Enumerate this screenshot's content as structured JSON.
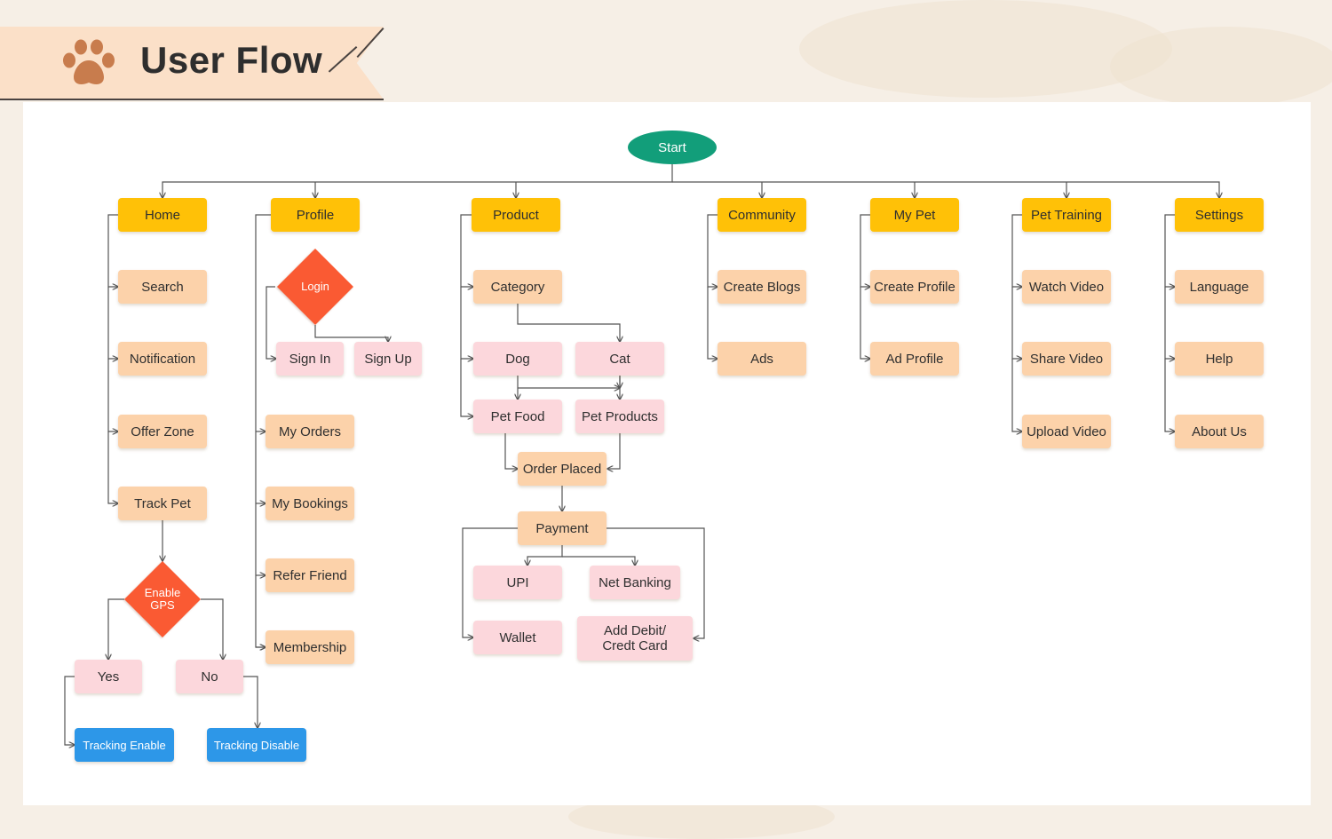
{
  "header": {
    "title": "User Flow"
  },
  "icons": {
    "logo": "paw-icon"
  },
  "colors": {
    "start": "#129e7a",
    "primary": "#ffc107",
    "secondary": "#fcd2aa",
    "tertiary": "#fcd7dc",
    "decision": "#fa5a33",
    "result": "#2d97e8",
    "connector": "#555555"
  },
  "diagram": {
    "nodes": [
      {
        "id": "start",
        "label": "Start",
        "kind": "start"
      },
      {
        "id": "home",
        "label": "Home",
        "kind": "yellow"
      },
      {
        "id": "profile",
        "label": "Profile",
        "kind": "yellow"
      },
      {
        "id": "product",
        "label": "Product",
        "kind": "yellow"
      },
      {
        "id": "community",
        "label": "Community",
        "kind": "yellow"
      },
      {
        "id": "mypet",
        "label": "My Pet",
        "kind": "yellow"
      },
      {
        "id": "pettraining",
        "label": "Pet Training",
        "kind": "yellow"
      },
      {
        "id": "settings",
        "label": "Settings",
        "kind": "yellow"
      },
      {
        "id": "search",
        "label": "Search",
        "kind": "peach"
      },
      {
        "id": "notification",
        "label": "Notification",
        "kind": "peach"
      },
      {
        "id": "offerzone",
        "label": "Offer Zone",
        "kind": "peach"
      },
      {
        "id": "trackpet",
        "label": "Track Pet",
        "kind": "peach"
      },
      {
        "id": "enablegps",
        "label": "Enable\nGPS",
        "kind": "diamond"
      },
      {
        "id": "yes",
        "label": "Yes",
        "kind": "pink"
      },
      {
        "id": "no",
        "label": "No",
        "kind": "pink"
      },
      {
        "id": "trackingenable",
        "label": "Tracking Enable",
        "kind": "blue"
      },
      {
        "id": "trackingdisable",
        "label": "Tracking Disable",
        "kind": "blue"
      },
      {
        "id": "login",
        "label": "Login",
        "kind": "diamond"
      },
      {
        "id": "signin",
        "label": "Sign In",
        "kind": "pink"
      },
      {
        "id": "signup",
        "label": "Sign Up",
        "kind": "pink"
      },
      {
        "id": "myorders",
        "label": "My Orders",
        "kind": "peach"
      },
      {
        "id": "mybookings",
        "label": "My Bookings",
        "kind": "peach"
      },
      {
        "id": "referfriend",
        "label": "Refer Friend",
        "kind": "peach"
      },
      {
        "id": "membership",
        "label": "Membership",
        "kind": "peach"
      },
      {
        "id": "category",
        "label": "Category",
        "kind": "peach"
      },
      {
        "id": "dog",
        "label": "Dog",
        "kind": "pink"
      },
      {
        "id": "cat",
        "label": "Cat",
        "kind": "pink"
      },
      {
        "id": "petfood",
        "label": "Pet Food",
        "kind": "pink"
      },
      {
        "id": "petproducts",
        "label": "Pet Products",
        "kind": "pink"
      },
      {
        "id": "orderplaced",
        "label": "Order Placed",
        "kind": "peach"
      },
      {
        "id": "payment",
        "label": "Payment",
        "kind": "peach"
      },
      {
        "id": "upi",
        "label": "UPI",
        "kind": "pink"
      },
      {
        "id": "netbanking",
        "label": "Net Banking",
        "kind": "pink"
      },
      {
        "id": "wallet",
        "label": "Wallet",
        "kind": "pink"
      },
      {
        "id": "adddebit",
        "label": "Add Debit/\nCredt Card",
        "kind": "pink"
      },
      {
        "id": "createblogs",
        "label": "Create Blogs",
        "kind": "peach"
      },
      {
        "id": "ads",
        "label": "Ads",
        "kind": "peach"
      },
      {
        "id": "createprofile",
        "label": "Create Profile",
        "kind": "peach"
      },
      {
        "id": "adprofile",
        "label": "Ad Profile",
        "kind": "peach"
      },
      {
        "id": "watchvideo",
        "label": "Watch Video",
        "kind": "peach"
      },
      {
        "id": "sharevideo",
        "label": "Share Video",
        "kind": "peach"
      },
      {
        "id": "uploadvideo",
        "label": "Upload Video",
        "kind": "peach"
      },
      {
        "id": "language",
        "label": "Language",
        "kind": "peach"
      },
      {
        "id": "help",
        "label": "Help",
        "kind": "peach"
      },
      {
        "id": "aboutus",
        "label": "About Us",
        "kind": "peach"
      }
    ],
    "edges": [
      [
        "start",
        "home"
      ],
      [
        "start",
        "profile"
      ],
      [
        "start",
        "product"
      ],
      [
        "start",
        "community"
      ],
      [
        "start",
        "mypet"
      ],
      [
        "start",
        "pettraining"
      ],
      [
        "start",
        "settings"
      ],
      [
        "home",
        "search"
      ],
      [
        "home",
        "notification"
      ],
      [
        "home",
        "offerzone"
      ],
      [
        "home",
        "trackpet"
      ],
      [
        "trackpet",
        "enablegps"
      ],
      [
        "enablegps",
        "yes"
      ],
      [
        "enablegps",
        "no"
      ],
      [
        "yes",
        "trackingenable"
      ],
      [
        "no",
        "trackingdisable"
      ],
      [
        "profile",
        "login"
      ],
      [
        "login",
        "signin"
      ],
      [
        "login",
        "signup"
      ],
      [
        "profile",
        "myorders"
      ],
      [
        "profile",
        "mybookings"
      ],
      [
        "profile",
        "referfriend"
      ],
      [
        "profile",
        "membership"
      ],
      [
        "product",
        "category"
      ],
      [
        "category",
        "cat"
      ],
      [
        "product",
        "dog"
      ],
      [
        "product",
        "petfood"
      ],
      [
        "dog",
        "petfood"
      ],
      [
        "dog",
        "petproducts"
      ],
      [
        "cat",
        "petfood"
      ],
      [
        "cat",
        "petproducts"
      ],
      [
        "petfood",
        "orderplaced"
      ],
      [
        "petproducts",
        "orderplaced"
      ],
      [
        "orderplaced",
        "payment"
      ],
      [
        "payment",
        "upi"
      ],
      [
        "payment",
        "netbanking"
      ],
      [
        "payment",
        "wallet"
      ],
      [
        "payment",
        "adddebit"
      ],
      [
        "community",
        "createblogs"
      ],
      [
        "community",
        "ads"
      ],
      [
        "mypet",
        "createprofile"
      ],
      [
        "mypet",
        "adprofile"
      ],
      [
        "pettraining",
        "watchvideo"
      ],
      [
        "pettraining",
        "sharevideo"
      ],
      [
        "pettraining",
        "uploadvideo"
      ],
      [
        "settings",
        "language"
      ],
      [
        "settings",
        "help"
      ],
      [
        "settings",
        "aboutus"
      ]
    ]
  }
}
